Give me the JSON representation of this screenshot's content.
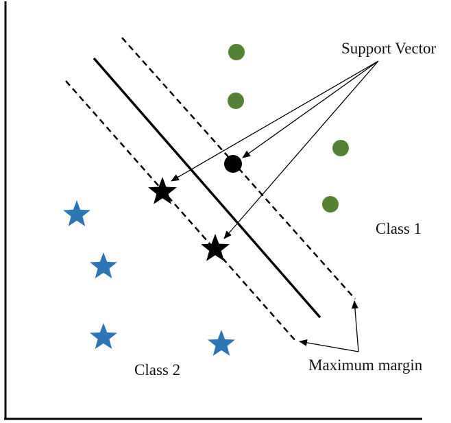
{
  "diagram": {
    "labels": {
      "support_vector": "Support Vector",
      "class1": "Class 1",
      "class2": "Class 2",
      "maximum_margin": "Maximum margin"
    },
    "colors": {
      "class1_point": "#548235",
      "class2_point": "#2E75B6",
      "support_vector": "#000000",
      "lines": "#000000"
    },
    "class1": {
      "marker": "circle",
      "points": 4,
      "support_vectors": 1
    },
    "class2": {
      "marker": "star",
      "points": 4,
      "support_vectors": 2
    }
  }
}
